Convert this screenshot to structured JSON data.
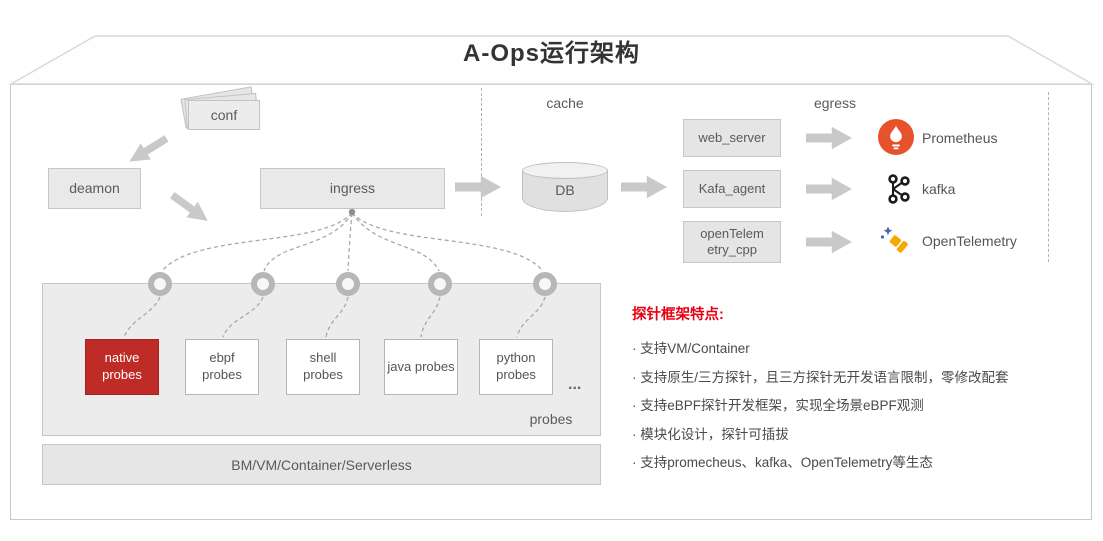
{
  "title": "A-Ops运行架构",
  "section_labels": {
    "cache": "cache",
    "egress": "egress"
  },
  "nodes": {
    "conf": "conf",
    "deamon": "deamon",
    "ingress": "ingress",
    "db": "DB"
  },
  "egress_boxes": [
    {
      "label": "web_server"
    },
    {
      "label": "Kafa_agent"
    },
    {
      "line1": "openTelem",
      "line2": "etry_cpp"
    }
  ],
  "sinks": [
    {
      "label": "Prometheus"
    },
    {
      "label": "kafka"
    },
    {
      "label": "OpenTelemetry"
    }
  ],
  "probes": {
    "items": [
      {
        "label": "native probes",
        "highlight": true
      },
      {
        "label": "ebpf probes"
      },
      {
        "label": "shell probes"
      },
      {
        "label": "java probes"
      },
      {
        "label": "python probes"
      }
    ],
    "more": "...",
    "group_label": "probes",
    "platform": "BM/VM/Container/Serverless"
  },
  "features": {
    "heading": "探针框架特点:",
    "items": [
      "· 支持VM/Container",
      "· 支持原生/三方探针，且三方探针无开发语言限制，零修改配套",
      "· 支持eBPF探针开发框架，实现全场景eBPF观测",
      "· 模块化设计，探针可插拔",
      "· 支持promecheus、kafka、OpenTelemetry等生态"
    ]
  },
  "colors": {
    "highlight_box_red": "#bf2b26",
    "feature_heading_red": "#e60012",
    "arrow_gray": "#c9c9c9",
    "prometheus_orange": "#e6522c",
    "otel_orange": "#f5a800",
    "otel_blue": "#4f62ad"
  }
}
